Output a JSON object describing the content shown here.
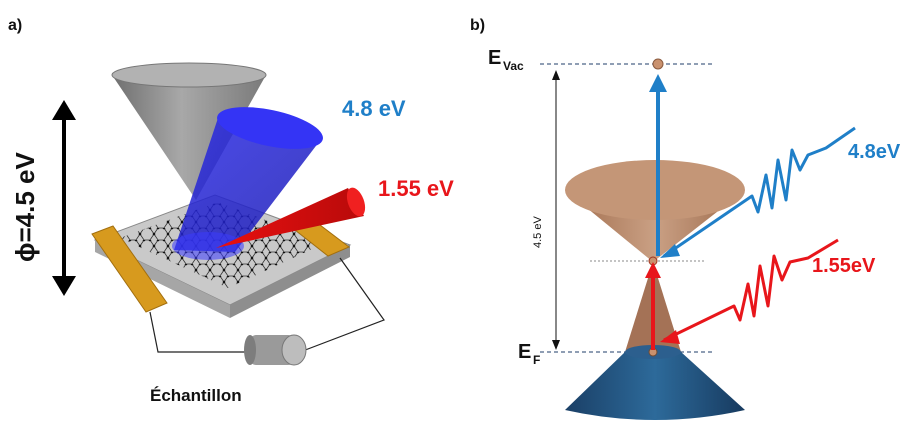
{
  "panel_a": {
    "label": "a)",
    "beam_blue_energy": "4.8 eV",
    "beam_red_energy": "1.55 eV",
    "work_function_label": "ϕ=4.5 eV",
    "sample_caption": "Échantillon"
  },
  "panel_b": {
    "label": "b)",
    "vacuum_level_main": "E",
    "vacuum_level_sub": "Vac",
    "fermi_level_main": "E",
    "fermi_level_sub": "F",
    "gap_label": "4.5 eV",
    "photon_blue_label": "4.8eV",
    "photon_red_label": "1.55eV"
  },
  "colors": {
    "blue": "#1f7fc8",
    "red": "#e8161b",
    "cone_upper": "#b98767",
    "cone_lower": "#1f4f7a",
    "gold": "#d79a1e",
    "grey_cone": "#8b8b8b"
  }
}
